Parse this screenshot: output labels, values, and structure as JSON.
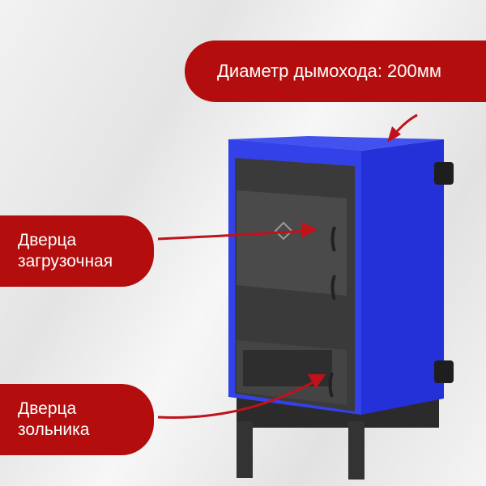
{
  "labels": {
    "chimney": "Диаметр дымохода: 200мм",
    "load_door_line1": "Дверца",
    "load_door_line2": "загрузочная",
    "ash_door_line1": "Дверца",
    "ash_door_line2": "зольника"
  },
  "colors": {
    "accent": "#b30d0d",
    "body": "#2a3ae0"
  }
}
